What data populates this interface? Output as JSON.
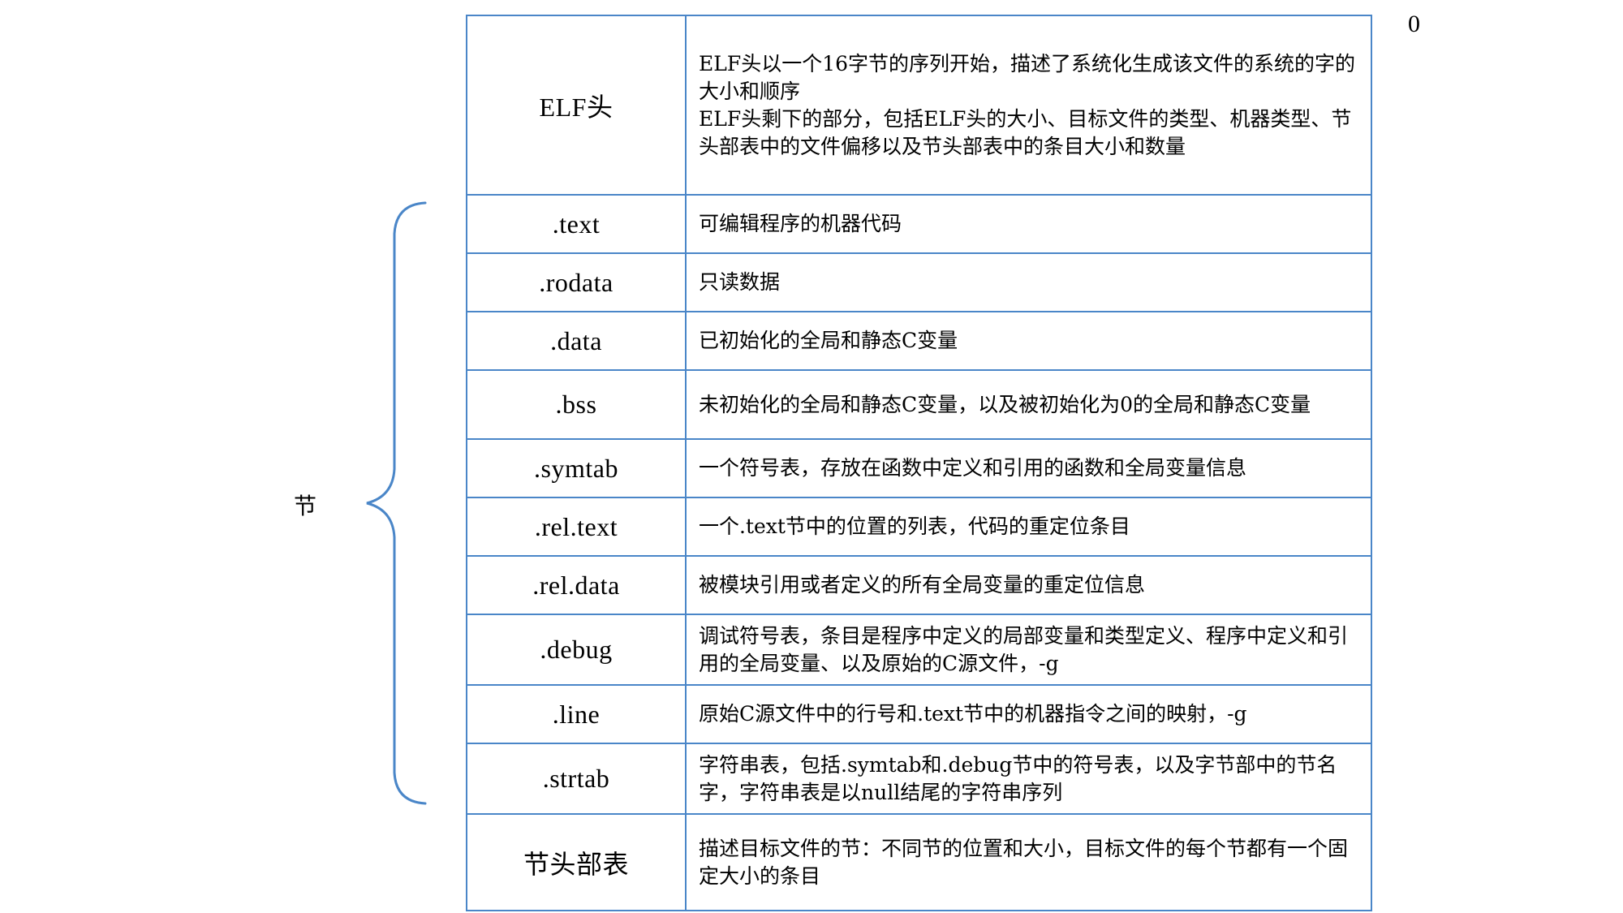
{
  "corner_label": "0",
  "group_label": "节",
  "rows": [
    {
      "name": "ELF头",
      "desc": [
        "ELF头以一个16字节的序列开始，描述了系统化生成该文件的系统的字的大小和顺序",
        "ELF头剩下的部分，包括ELF头的大小、目标文件的类型、机器类型、节头部表中的文件偏移以及节头部表中的条目大小和数量"
      ]
    },
    {
      "name": ".text",
      "desc": [
        "可编辑程序的机器代码"
      ]
    },
    {
      "name": ".rodata",
      "desc": [
        "只读数据"
      ]
    },
    {
      "name": ".data",
      "desc": [
        "已初始化的全局和静态C变量"
      ]
    },
    {
      "name": ".bss",
      "desc": [
        "未初始化的全局和静态C变量，以及被初始化为0的全局和静态C变量"
      ]
    },
    {
      "name": ".symtab",
      "desc": [
        "一个符号表，存放在函数中定义和引用的函数和全局变量信息"
      ]
    },
    {
      "name": ".rel.text",
      "desc": [
        "一个.text节中的位置的列表，代码的重定位条目"
      ]
    },
    {
      "name": ".rel.data",
      "desc": [
        "被模块引用或者定义的所有全局变量的重定位信息"
      ]
    },
    {
      "name": ".debug",
      "desc": [
        "调试符号表，条目是程序中定义的局部变量和类型定义、程序中定义和引用的全局变量、以及原始的C源文件，-g"
      ]
    },
    {
      "name": ".line",
      "desc": [
        "原始C源文件中的行号和.text节中的机器指令之间的映射，-g"
      ]
    },
    {
      "name": ".strtab",
      "desc": [
        "字符串表，包括.symtab和.debug节中的符号表，以及字节部中的节名字，字符串表是以null结尾的字符串序列"
      ]
    },
    {
      "name": "节头部表",
      "desc": [
        "描述目标文件的节：不同节的位置和大小，目标文件的每个节都有一个固定大小的条目"
      ]
    }
  ],
  "colors": {
    "border": "#4a86c8",
    "brace": "#4a86c8"
  }
}
